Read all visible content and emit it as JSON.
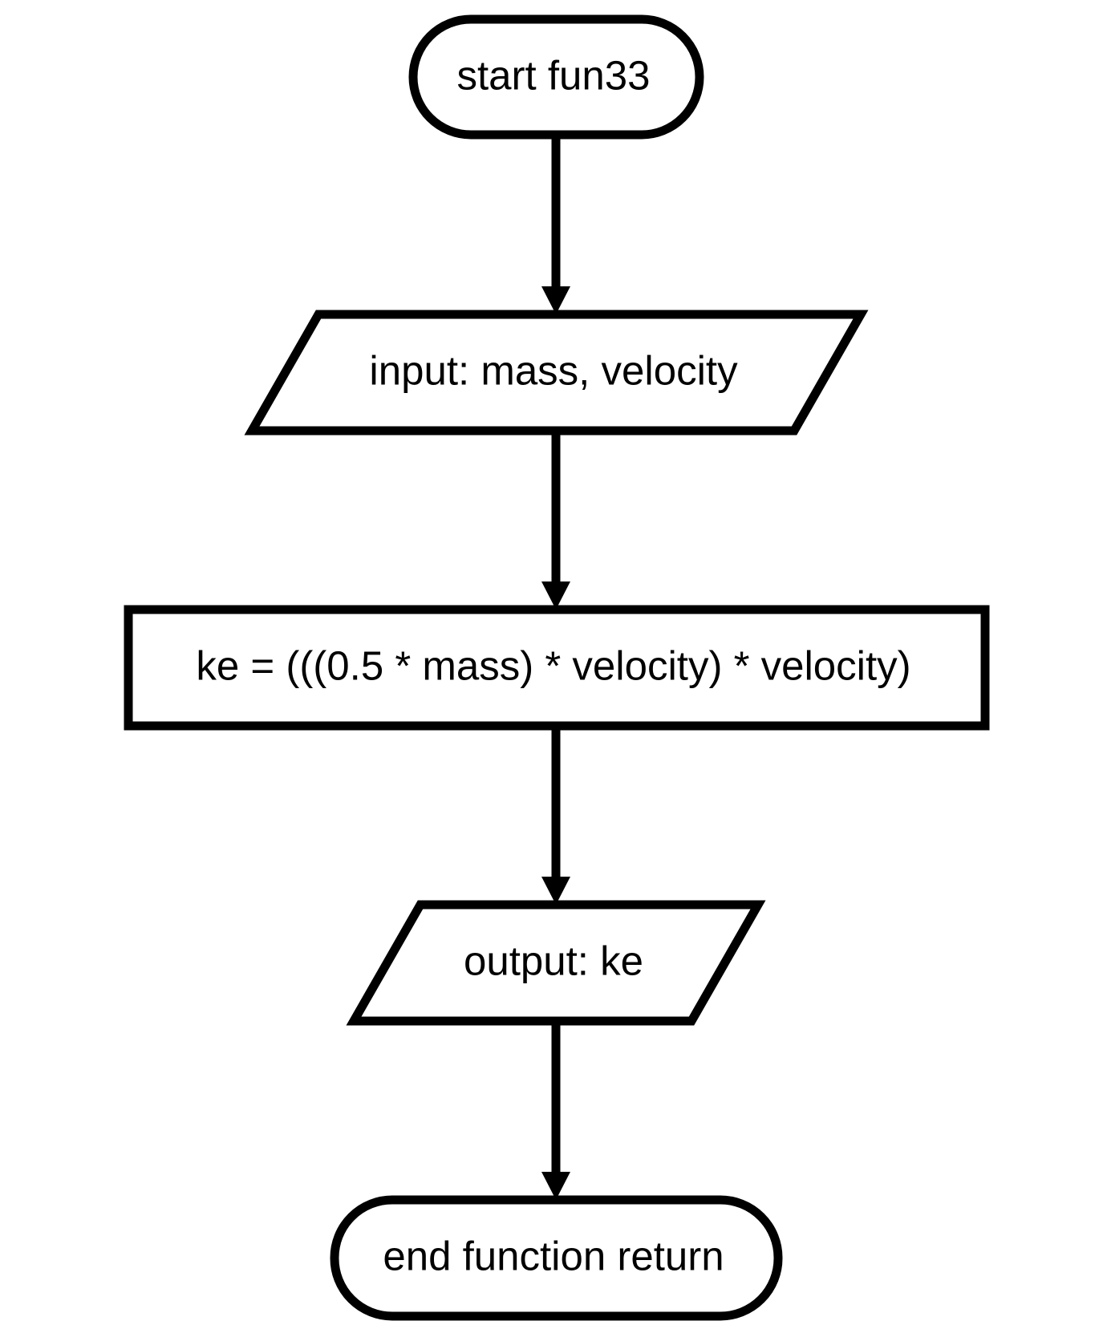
{
  "flowchart": {
    "nodes": [
      {
        "id": "start",
        "shape": "terminator",
        "label": "start fun33"
      },
      {
        "id": "input",
        "shape": "parallelogram",
        "label": "input: mass, velocity"
      },
      {
        "id": "process",
        "shape": "rectangle",
        "label": "ke = (((0.5 * mass) * velocity) * velocity)"
      },
      {
        "id": "output",
        "shape": "parallelogram",
        "label": "output: ke"
      },
      {
        "id": "end",
        "shape": "terminator",
        "label": "end function return"
      }
    ],
    "edges": [
      {
        "from": "start",
        "to": "input"
      },
      {
        "from": "input",
        "to": "process"
      },
      {
        "from": "process",
        "to": "output"
      },
      {
        "from": "output",
        "to": "end"
      }
    ]
  }
}
